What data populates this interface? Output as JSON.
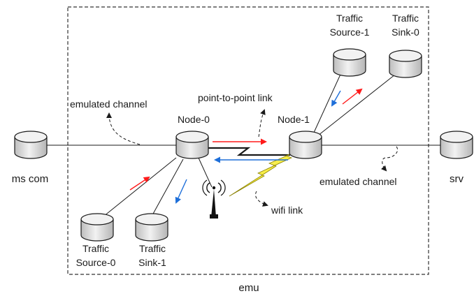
{
  "diagram": {
    "container_label": "emu",
    "nodes": {
      "ms_com": "ms com",
      "srv": "srv",
      "node0": "Node-0",
      "node1": "Node-1",
      "ts0": [
        "Traffic",
        "Source-0"
      ],
      "tk1": [
        "Traffic",
        "Sink-1"
      ],
      "ts1": [
        "Traffic",
        "Source-1"
      ],
      "tk0": [
        "Traffic",
        "Sink-0"
      ]
    },
    "annotations": {
      "emulated_channel_left": "emulated channel",
      "emulated_channel_right": "emulated channel",
      "point_to_point": "point-to-point link",
      "wifi": "wifi link"
    },
    "colors": {
      "line": "#1a1a1a",
      "cyl_top": "#f2f2f2",
      "cyl_body_light": "#ececec",
      "cyl_body_dark": "#bdbdbd",
      "arrow_red": "#ff1a1a",
      "arrow_blue": "#1e6fd9",
      "wifi_yellow": "#f5ea2a",
      "dashed_box": "#333333"
    }
  }
}
